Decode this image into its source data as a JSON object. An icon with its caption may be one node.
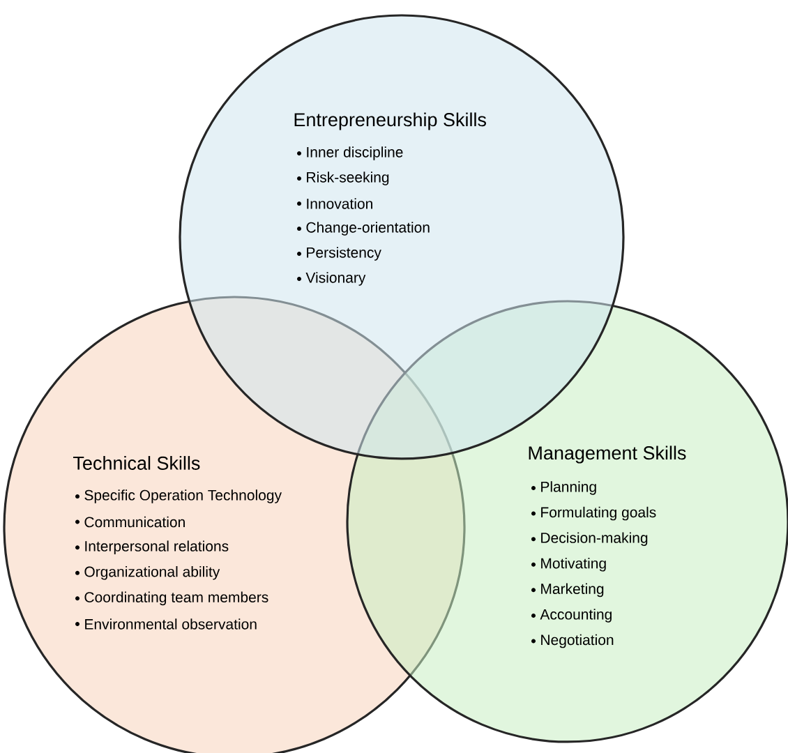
{
  "diagram": {
    "nodes": [
      {
        "text": [
          "Entrepreneurship Skills",
          "Inner discipline",
          "Risk-seeking",
          "Innovation",
          "Change-orientation",
          "Persistency",
          "Visionary"
        ]
      },
      {
        "text": [
          "Technical Skills",
          "Specific Operation Technology",
          "Communication",
          "Interpersonal relations",
          "Organizational ability",
          "Coordinating team members",
          "Environmental observation"
        ]
      },
      {
        "text": [
          "Management Skills",
          "Planning",
          "Formulating goals",
          "Decision-making",
          "Motivating",
          "Marketing",
          "Accounting",
          "Negotiation"
        ]
      }
    ]
  }
}
